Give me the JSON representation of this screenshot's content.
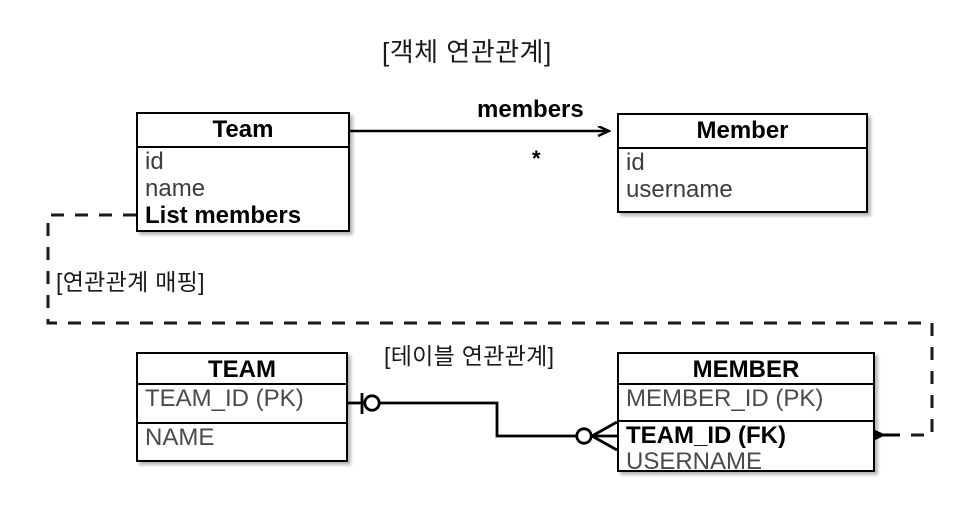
{
  "diagram": {
    "object_section_title": "[객체 연관관계]",
    "mapping_label": "[연관관계 매핑]",
    "table_section_title": "[테이블 연관관계]",
    "association_label": "members",
    "multiplicity": "*",
    "line_color": "#000000",
    "box_fill": "#ffffff",
    "attr_color": "#3d3d3d"
  },
  "object_model": {
    "team": {
      "name": "Team",
      "attributes": [
        {
          "text": "id",
          "emphasis": false
        },
        {
          "text": "name",
          "emphasis": false
        },
        {
          "text": "List members",
          "emphasis": true
        }
      ]
    },
    "member": {
      "name": "Member",
      "attributes": [
        {
          "text": "id",
          "emphasis": false
        },
        {
          "text": "username",
          "emphasis": false
        }
      ]
    }
  },
  "table_model": {
    "team_table": {
      "name": "TEAM",
      "columns": [
        {
          "text": "TEAM_ID (PK)",
          "emphasis": false
        },
        {
          "text": "NAME",
          "emphasis": false
        }
      ]
    },
    "member_table": {
      "name": "MEMBER",
      "columns": [
        {
          "text": "MEMBER_ID (PK)",
          "emphasis": false
        },
        {
          "text": "TEAM_ID (FK)",
          "emphasis": true
        },
        {
          "text": "USERNAME",
          "emphasis": false
        }
      ]
    },
    "relationship": {
      "team_side_cardinality": "one-and-only-one",
      "member_side_cardinality": "zero-or-many"
    }
  }
}
